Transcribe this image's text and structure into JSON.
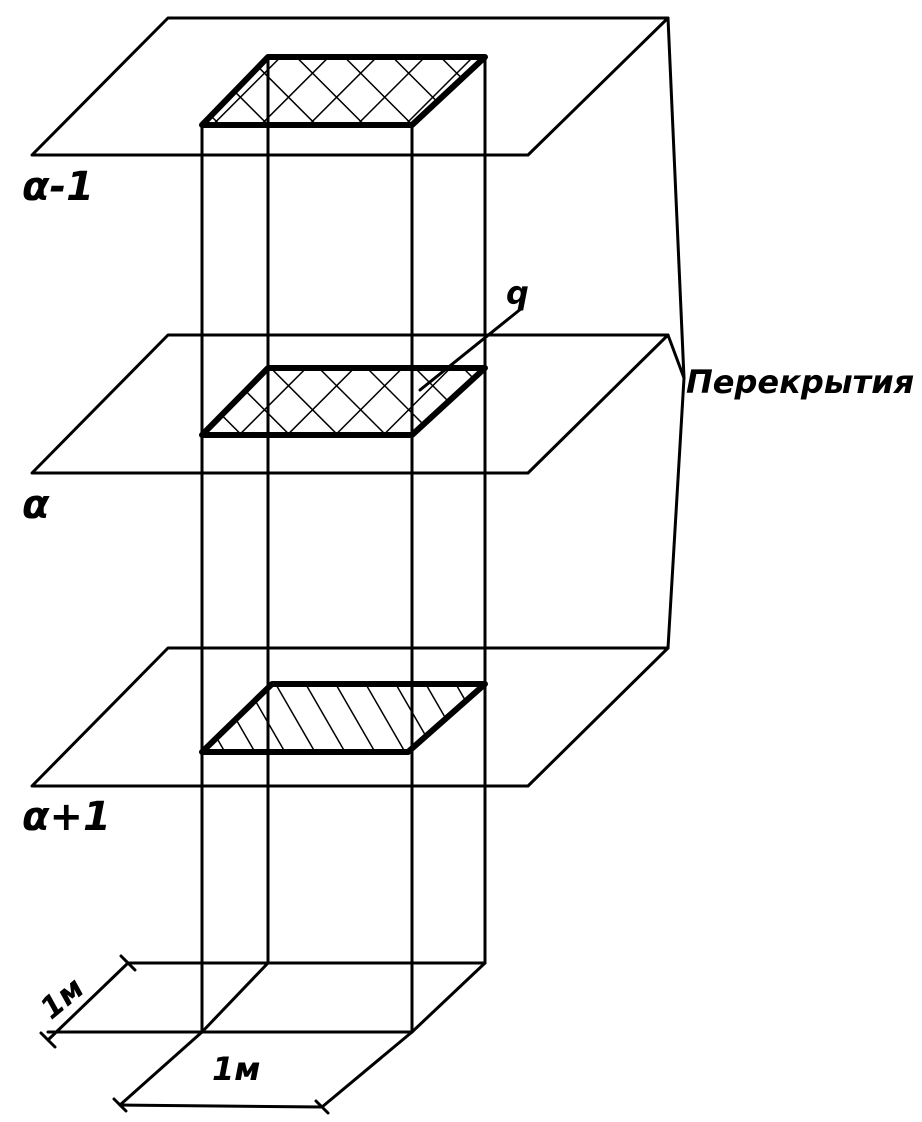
{
  "labels": {
    "level_top": "α-1",
    "level_mid": "α",
    "level_bottom": "α+1",
    "point_q": "q",
    "floors": "Перекрытия",
    "dim_depth": "1м",
    "dim_width": "1м"
  }
}
